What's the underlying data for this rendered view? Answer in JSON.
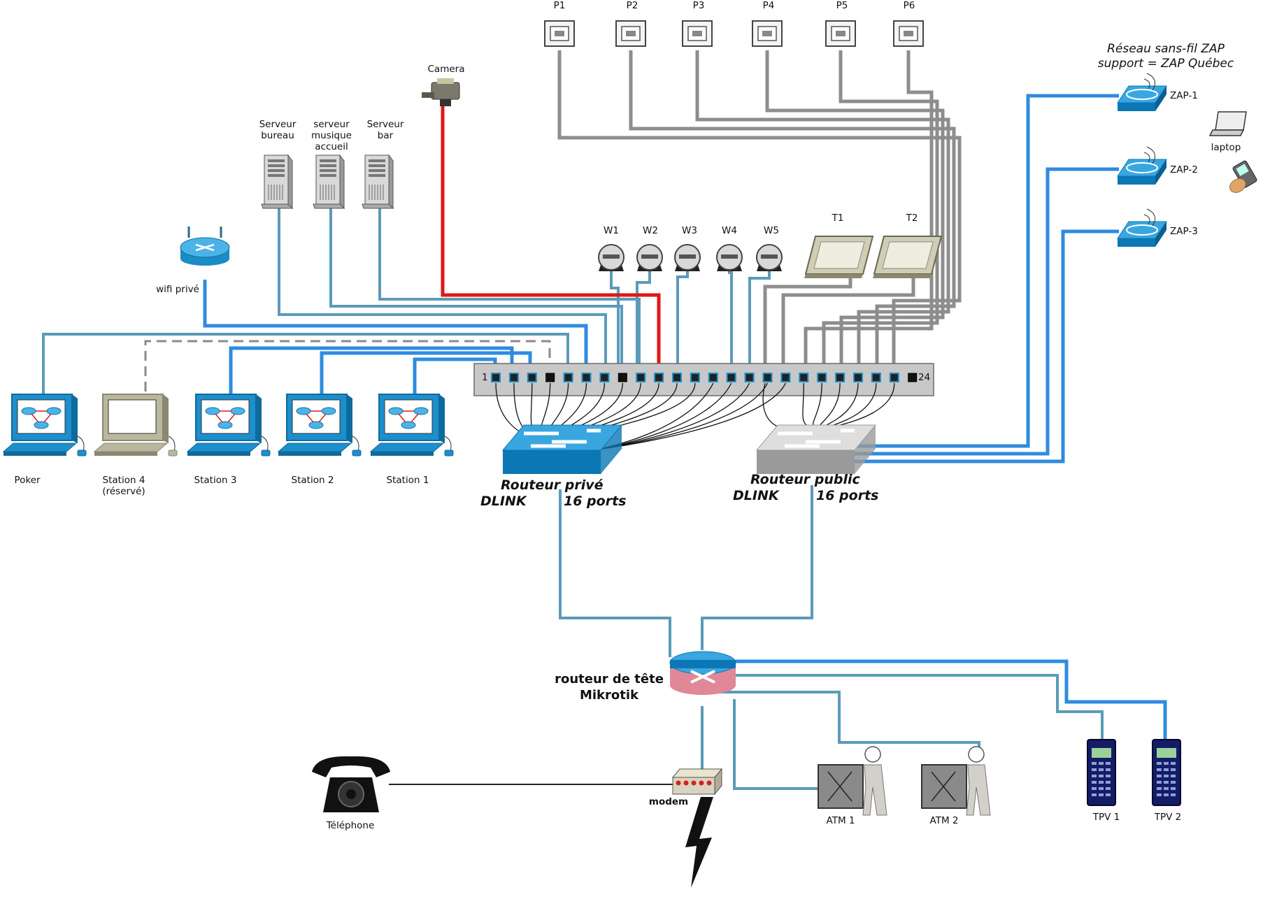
{
  "colors": {
    "blue": "#2f8be0",
    "steel": "#5b9bb8",
    "gray": "#8d8d8d",
    "red": "#e01818",
    "dashed": "#8a8a8a",
    "device_blue": "#1c8fcc",
    "device_gray": "#b8b8b8"
  },
  "panel": {
    "start_label": "1",
    "end_label": "24"
  },
  "ports": [
    {
      "id": "P1",
      "label": "P1"
    },
    {
      "id": "P2",
      "label": "P2"
    },
    {
      "id": "P3",
      "label": "P3"
    },
    {
      "id": "P4",
      "label": "P4"
    },
    {
      "id": "P5",
      "label": "P5"
    },
    {
      "id": "P6",
      "label": "P6"
    }
  ],
  "camera": {
    "label": "Camera"
  },
  "servers": [
    {
      "id": "serveur-bureau",
      "lines": [
        "Serveur",
        "bureau"
      ]
    },
    {
      "id": "serveur-musique",
      "lines": [
        "serveur",
        "musique",
        "accueil"
      ]
    },
    {
      "id": "serveur-bar",
      "lines": [
        "Serveur",
        "bar"
      ]
    }
  ],
  "wifi": {
    "label": "wifi privé"
  },
  "workstations": [
    {
      "id": "poker",
      "lines": [
        "Poker"
      ],
      "type": "cisco"
    },
    {
      "id": "station-4",
      "lines": [
        "Station 4",
        "(réservé)"
      ],
      "type": "plain"
    },
    {
      "id": "station-3",
      "lines": [
        "Station 3"
      ],
      "type": "cisco"
    },
    {
      "id": "station-2",
      "lines": [
        "Station 2"
      ],
      "type": "cisco"
    },
    {
      "id": "station-1",
      "lines": [
        "Station 1"
      ],
      "type": "cisco"
    }
  ],
  "cameras_w": [
    {
      "id": "W1",
      "label": "W1"
    },
    {
      "id": "W2",
      "label": "W2"
    },
    {
      "id": "W3",
      "label": "W3"
    },
    {
      "id": "W4",
      "label": "W4"
    },
    {
      "id": "W5",
      "label": "W5"
    }
  ],
  "terminals_t": [
    {
      "id": "T1",
      "label": "T1"
    },
    {
      "id": "T2",
      "label": "T2"
    }
  ],
  "switch_private": {
    "line1": "Routeur  privé",
    "line2a": "DLINK",
    "line2b": "16 ports"
  },
  "switch_public": {
    "line1": "Routeur  public",
    "line2a": "DLINK",
    "line2b": "16 ports"
  },
  "zap": {
    "title1": "Réseau sans-fil ZAP",
    "title2": "support = ZAP Québec",
    "aps": [
      {
        "id": "zap-1",
        "label": "ZAP-1"
      },
      {
        "id": "zap-2",
        "label": "ZAP-2"
      },
      {
        "id": "zap-3",
        "label": "ZAP-3"
      }
    ],
    "laptop_label": "laptop"
  },
  "head_router": {
    "line1": "routeur de tête",
    "line2": "Mikrotik"
  },
  "modem": {
    "label": "modem"
  },
  "telephone": {
    "label": "Téléphone"
  },
  "atms": [
    {
      "id": "atm-1",
      "label": "ATM 1"
    },
    {
      "id": "atm-2",
      "label": "ATM 2"
    }
  ],
  "tpvs": [
    {
      "id": "tpv-1",
      "label": "TPV 1"
    },
    {
      "id": "tpv-2",
      "label": "TPV 2"
    }
  ]
}
